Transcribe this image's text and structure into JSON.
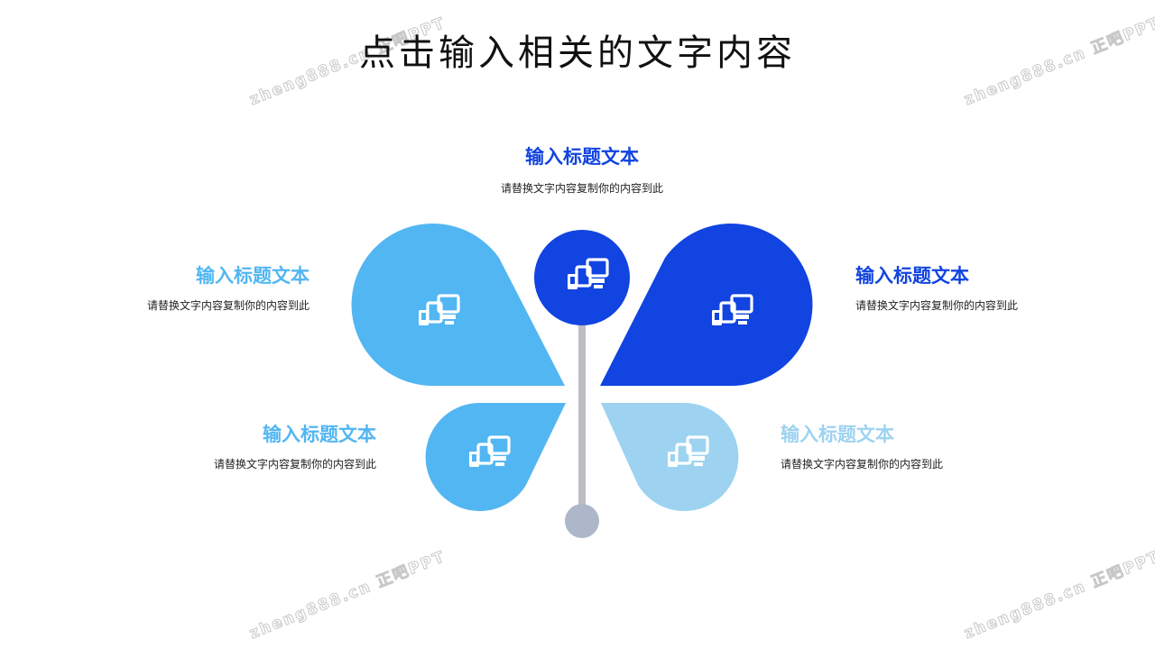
{
  "title": "点击输入相关的文字内容",
  "watermark": "zheng888.cn 正吧PPT",
  "colors": {
    "light_blue": "#52b6f2",
    "dark_blue": "#1144e0",
    "pale_blue": "#9dd3f0",
    "stem": "#bebec2",
    "knob": "#adb7c9"
  },
  "items": [
    {
      "heading": "输入标题文本",
      "desc": "请替换文字内容复制你的内容到此",
      "icon": "devices-icon",
      "color": "#1144e0"
    },
    {
      "heading": "输入标题文本",
      "desc": "请替换文字内容复制你的内容到此",
      "icon": "devices-icon",
      "color": "#52b6f2"
    },
    {
      "heading": "输入标题文本",
      "desc": "请替换文字内容复制你的内容到此",
      "icon": "devices-icon",
      "color": "#1144e0"
    },
    {
      "heading": "输入标题文本",
      "desc": "请替换文字内容复制你的内容到此",
      "icon": "devices-icon",
      "color": "#52b6f2"
    },
    {
      "heading": "输入标题文本",
      "desc": "请替换文字内容复制你的内容到此",
      "icon": "devices-icon",
      "color": "#9dd3f0"
    }
  ]
}
